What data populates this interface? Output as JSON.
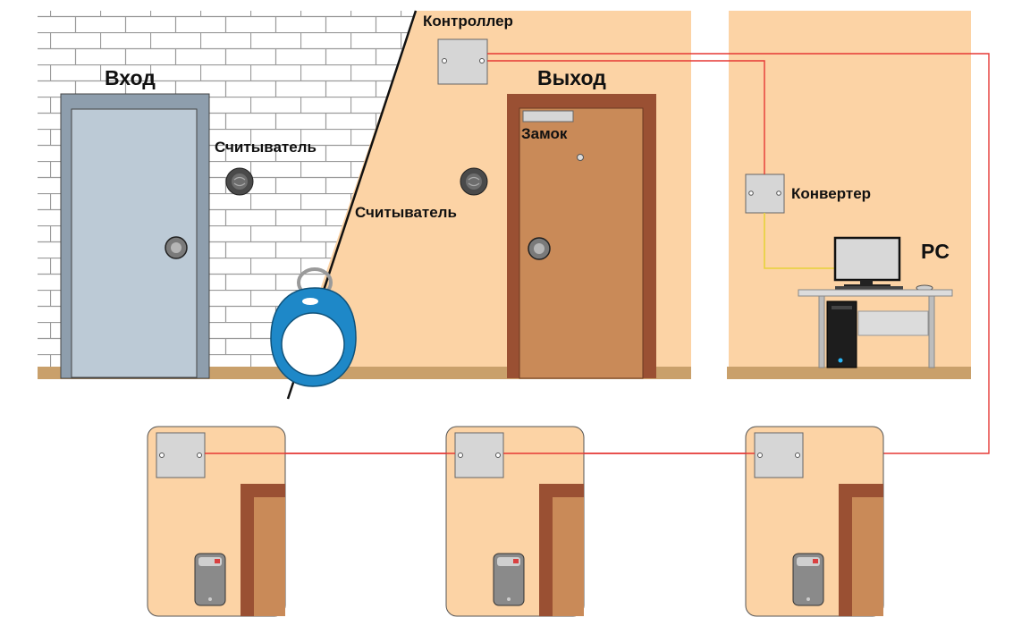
{
  "labels": {
    "entrance": "Вход",
    "exit": "Выход",
    "controller": "Контроллер",
    "reader_entrance": "Считыватель",
    "reader_exit": "Считыватель",
    "lock": "Замок",
    "converter": "Конвертер",
    "pc": "PC"
  },
  "colors": {
    "wall_peach": "#fcd3a5",
    "brick_white": "#ffffff",
    "brick_mortar": "#9a9a9a",
    "floor": "#c9a06b",
    "entrance_door": "#bccad6",
    "exit_door": "#c98a58",
    "door_frame": "#9a5033",
    "device_box": "#d6d6d6",
    "red_wire": "#e53935",
    "yellow_wire": "#e7d23a",
    "key_fob": "#1e88c8"
  },
  "icons": {
    "key_fob": "key-fob-icon",
    "reader": "reader-icon",
    "computer": "desktop-computer-icon"
  }
}
